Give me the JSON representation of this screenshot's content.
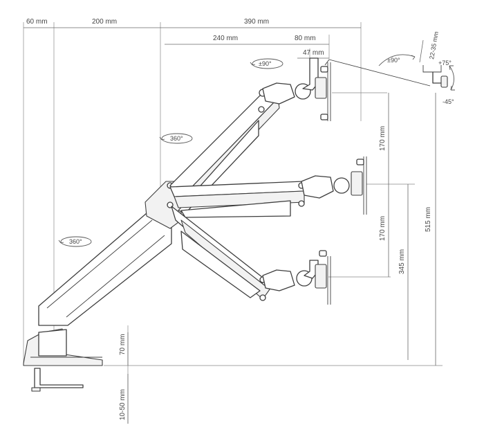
{
  "dimensions": {
    "base_depth": "60 mm",
    "pole_offset": "200 mm",
    "arm_reach": "390 mm",
    "forearm_length": "240 mm",
    "head_length": "80 mm",
    "head_offset": "47 mm",
    "vesa_thickness": "22-35 mm",
    "rise_upper": "170 mm",
    "rise_lower": "170 mm",
    "height_middle": "345 mm",
    "height_total": "515 mm",
    "base_height": "70 mm",
    "clamp_range": "10-50 mm"
  },
  "rotations": {
    "swivel_head": "±90°",
    "swivel_plate": "±90°",
    "forearm_rotation": "360°",
    "base_rotation": "360°",
    "tilt_up": "+75°",
    "tilt_down": "-45°"
  }
}
